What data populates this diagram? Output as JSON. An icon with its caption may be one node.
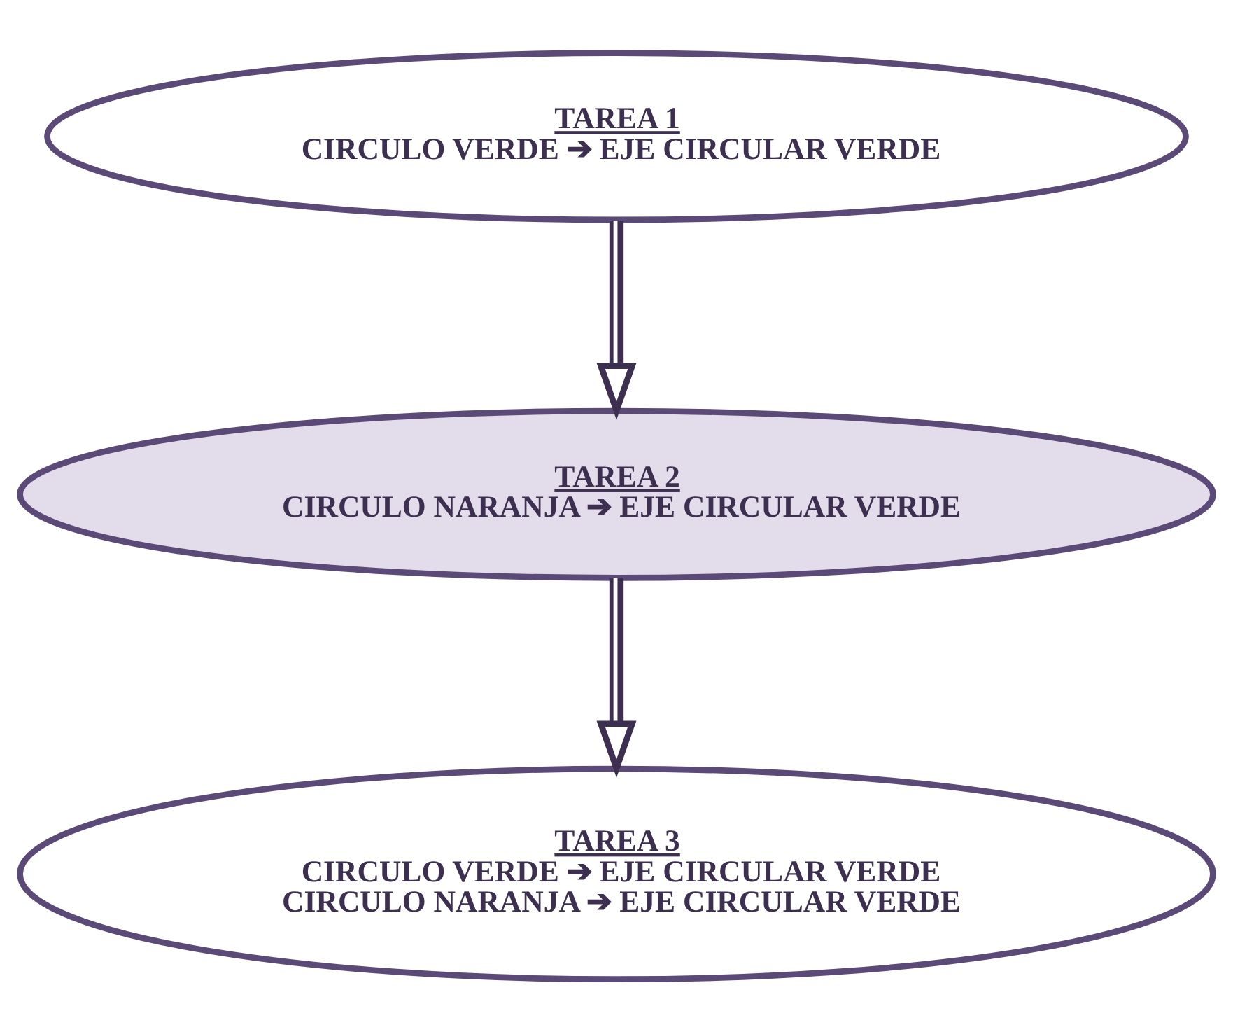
{
  "diagram": {
    "nodes": [
      {
        "text": [
          "TAREA 1",
          "CIRCULO VERDE ➔ EJE CIRCULAR VERDE"
        ]
      },
      {
        "text": [
          "TAREA 2",
          "CIRCULO NARANJA ➔ EJE CIRCULAR VERDE"
        ]
      },
      {
        "text": [
          "TAREA 3",
          "CIRCULO VERDE ➔ EJE CIRCULAR VERDE",
          "CIRCULO NARANJA ➔ EJE CIRCULAR VERDE"
        ]
      }
    ],
    "edges": [
      {
        "from": 0,
        "to": 1,
        "arrow": "to"
      },
      {
        "from": 1,
        "to": 2,
        "arrow": "to"
      }
    ]
  }
}
